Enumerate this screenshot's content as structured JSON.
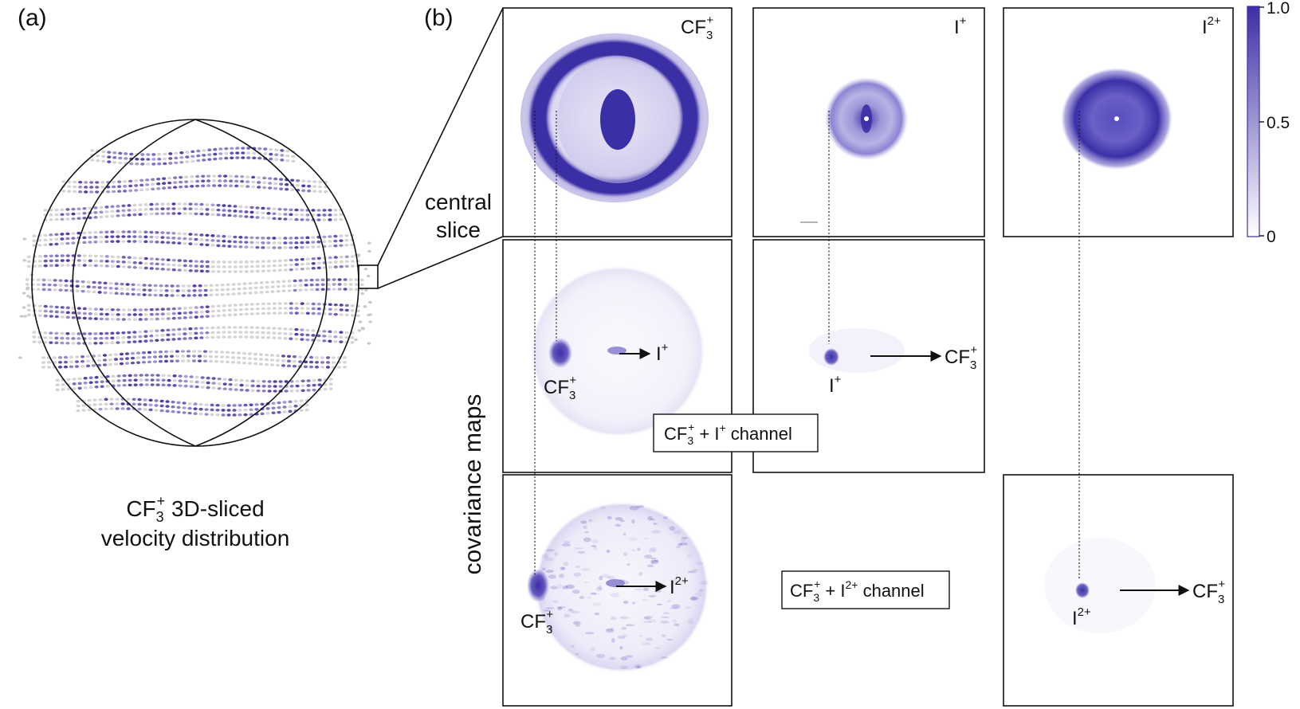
{
  "panel_labels": {
    "a": "(a)",
    "b": "(b)"
  },
  "caption_a": {
    "line1_main": "CF",
    "line1_sub": "3",
    "line1_sup": "+",
    "line1_rest": " 3D-sliced",
    "line2": "velocity distribution"
  },
  "row_labels": {
    "central_1": "central",
    "central_2": "slice",
    "covariance": "covariance maps"
  },
  "ion_headers": {
    "cf3": {
      "main": "CF",
      "sub": "3",
      "sup": "+"
    },
    "i1": {
      "main": "I",
      "sup": "+"
    },
    "i2": {
      "main": "I",
      "sup": "2+"
    }
  },
  "map_labels": {
    "cf3": {
      "main": "CF",
      "sub": "3",
      "sup": "+"
    },
    "i1": {
      "main": "I",
      "sup": "+"
    },
    "i2": {
      "main": "I",
      "sup": "2+"
    }
  },
  "channel_boxes": {
    "c1": {
      "main": "CF",
      "sub": "3",
      "sup": "+",
      "mid": " + I",
      "sup2": "+",
      "rest": " channel"
    },
    "c2": {
      "main": "CF",
      "sub": "3",
      "sup": "+",
      "mid": " + I",
      "sup2": "2+",
      "rest": " channel"
    }
  },
  "colorbar": {
    "ticks": [
      "1.0",
      "0.5",
      "0"
    ],
    "tick_values": [
      1.0,
      0.5,
      0
    ],
    "range": [
      0,
      1
    ],
    "color_high": "#3b2fa6",
    "color_low": "#ffffff"
  },
  "colors": {
    "intensity": "#3b2fa6",
    "frame": "#111111",
    "grey_points": "#c9c9c9"
  }
}
